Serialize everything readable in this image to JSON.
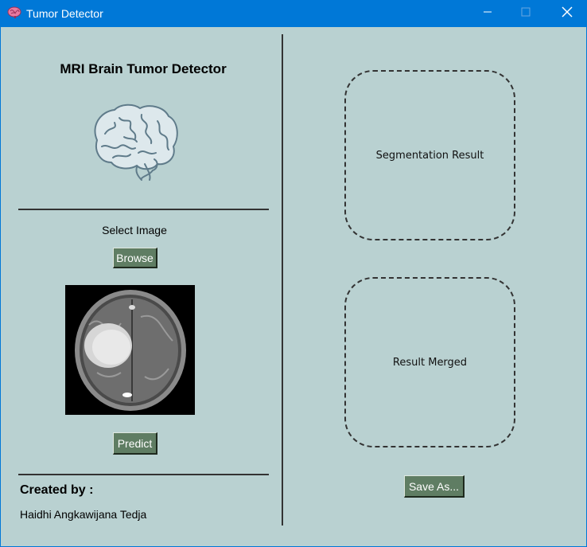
{
  "window": {
    "title": "Tumor Detector"
  },
  "left_panel": {
    "heading": "MRI Brain Tumor Detector",
    "select_label": "Select Image",
    "browse_button": "Browse",
    "predict_button": "Predict",
    "credits_title": "Created by :",
    "credits_name": "Haidhi Angkawijana Tedja"
  },
  "right_panel": {
    "segmentation_placeholder": "Segmentation Result",
    "merged_placeholder": "Result Merged",
    "save_button": "Save As..."
  },
  "icons": {
    "app": "brain-icon",
    "logo": "brain-illustration",
    "minimize": "minimize-icon",
    "maximize": "maximize-icon",
    "close": "close-icon"
  },
  "colors": {
    "titlebar": "#0078d7",
    "background": "#b9d1d1",
    "button": "#5f7d63"
  }
}
